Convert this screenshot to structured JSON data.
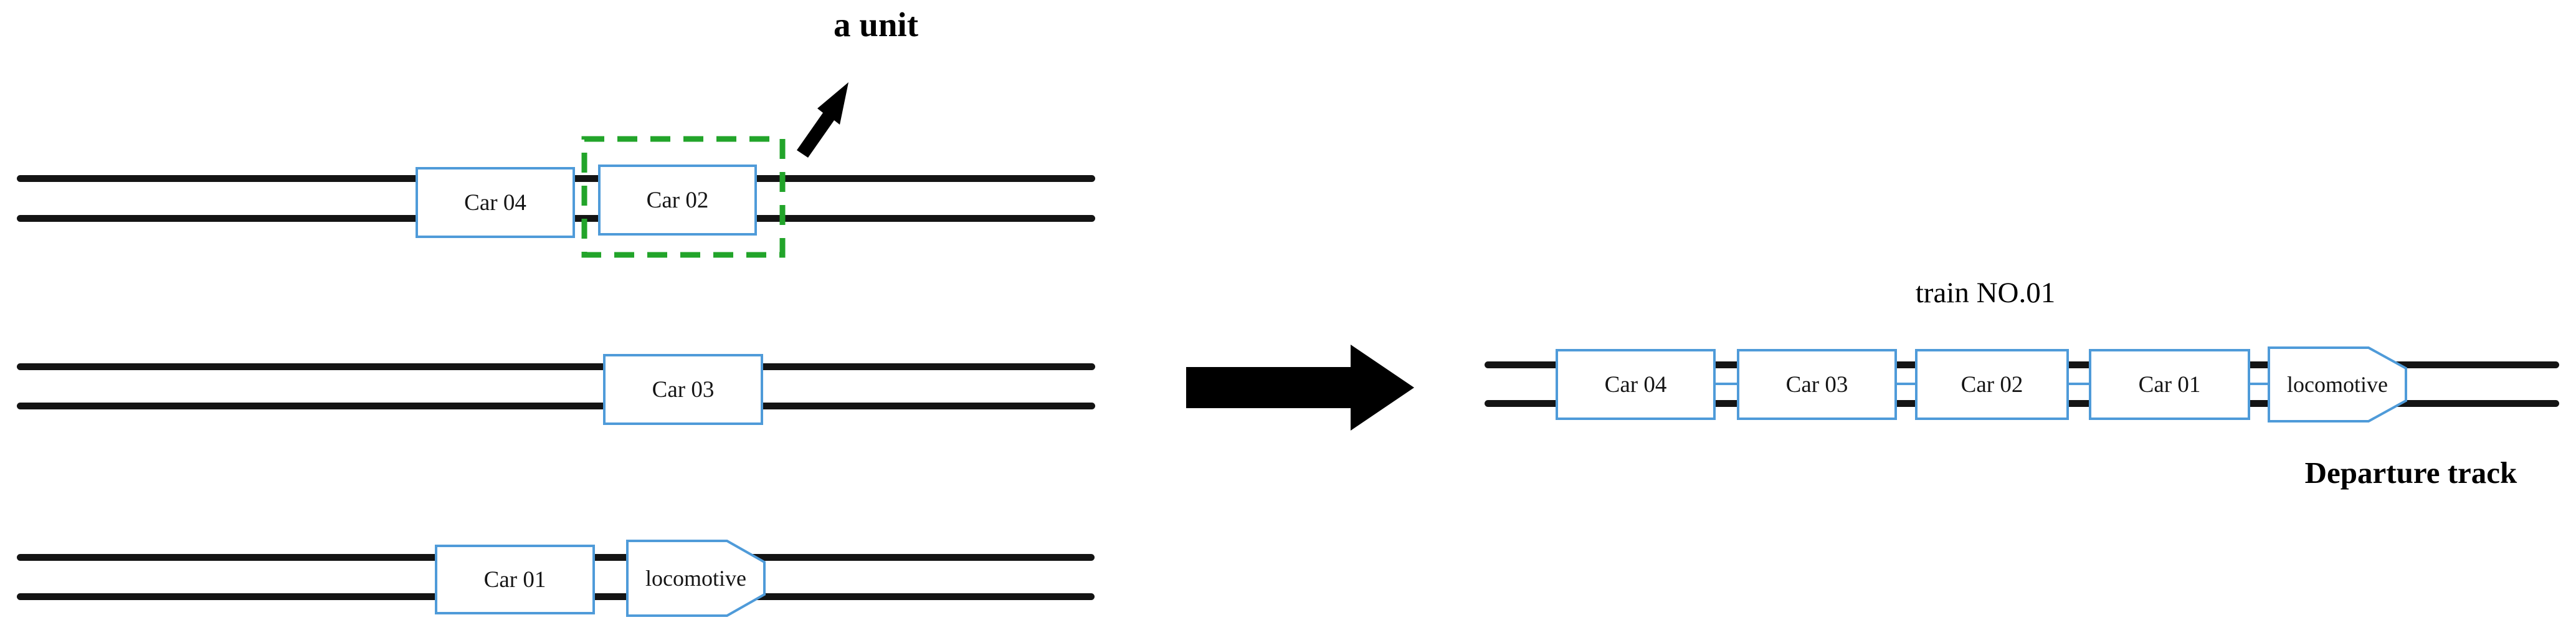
{
  "diagram": {
    "unit_callout": {
      "label": "a unit"
    },
    "left_yard": {
      "tracks": [
        {
          "cars": [
            "Car 04",
            "Car 02"
          ]
        },
        {
          "cars": [
            "Car 03"
          ]
        },
        {
          "cars": [
            "Car 01",
            "locomotive"
          ]
        }
      ]
    },
    "right_side": {
      "train_label": "train NO.01",
      "departure_label": "Departure track",
      "train_cars": [
        "Car 04",
        "Car 03",
        "Car 02",
        "Car 01",
        "locomotive"
      ]
    },
    "colors": {
      "car_border": "#4F9BD9",
      "unit_highlight": "#22A42A",
      "track": "#141414",
      "arrow": "#000000"
    }
  }
}
